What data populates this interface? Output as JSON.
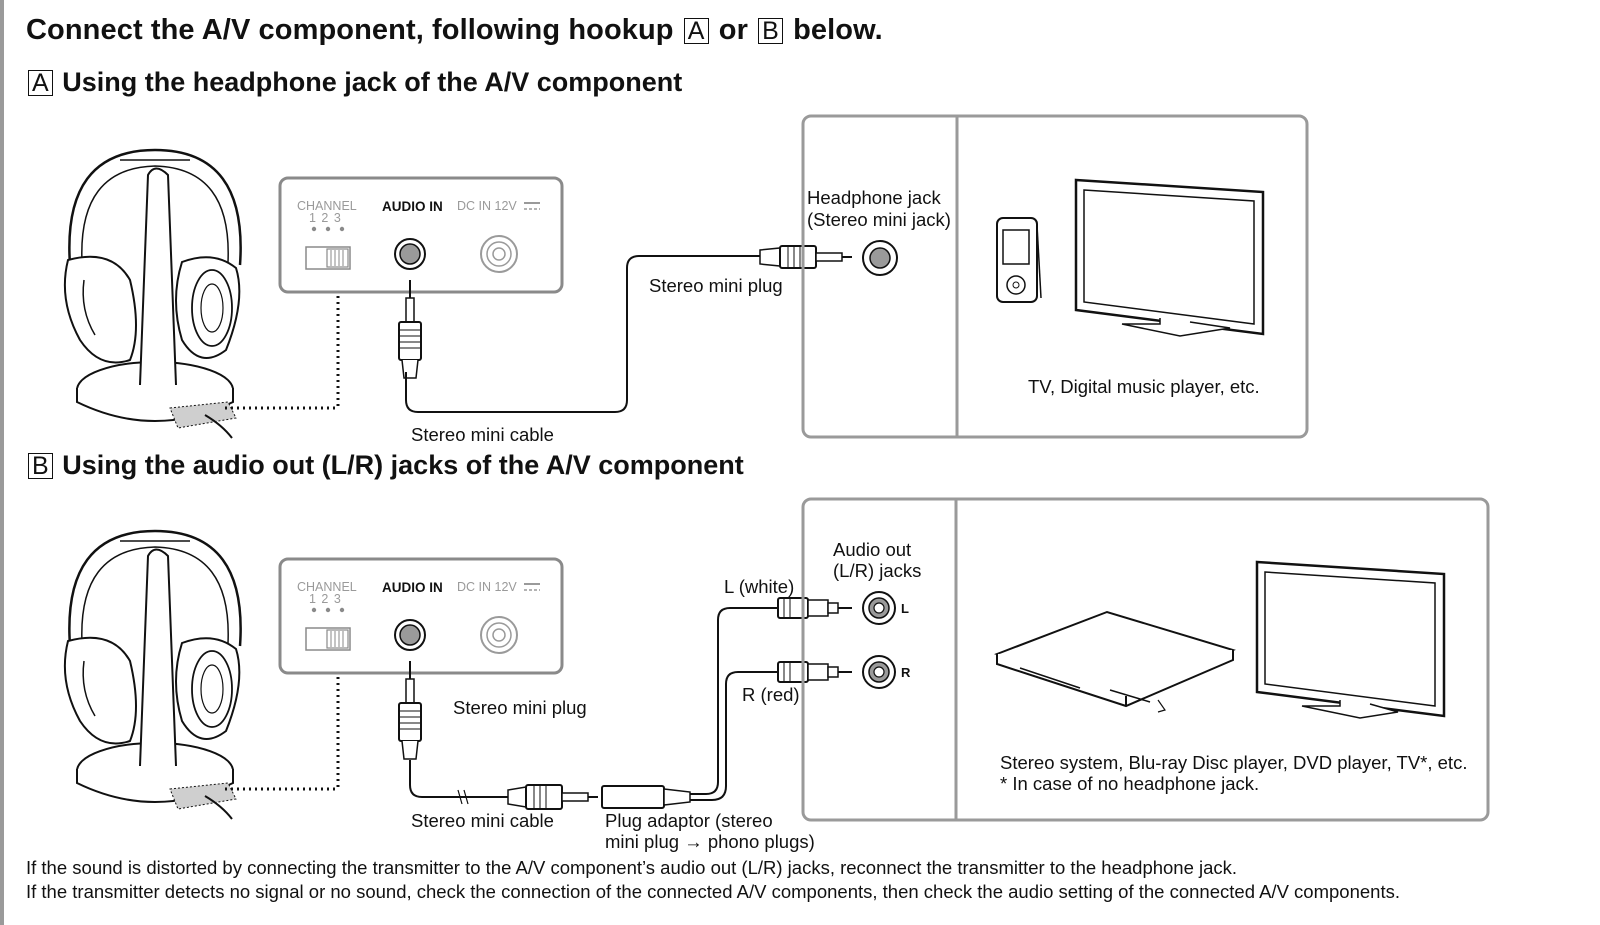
{
  "title": {
    "prefix": "Connect the A/V component, following hookup",
    "badge_a": "A",
    "middle": "or",
    "badge_b": "B",
    "suffix": "below."
  },
  "section_a": {
    "badge": "A",
    "heading": "Using the headphone jack of the A/V component",
    "panel": {
      "channel": "CHANNEL",
      "channel_nums": "1  2  3",
      "audio_in": "AUDIO IN",
      "dc_in": "DC IN 12V"
    },
    "jack_label_1": "Headphone jack",
    "jack_label_2": "(Stereo mini jack)",
    "plug_label": "Stereo mini plug",
    "cable_label": "Stereo mini cable",
    "device_label": "TV, Digital music player, etc."
  },
  "section_b": {
    "badge": "B",
    "heading": "Using the audio out (L/R) jacks of the A/V component",
    "panel": {
      "channel": "CHANNEL",
      "channel_nums": "1  2  3",
      "audio_in": "AUDIO IN",
      "dc_in": "DC IN 12V"
    },
    "jacks_label_1": "Audio out",
    "jacks_label_2": "(L/R) jacks",
    "left_label": "L (white)",
    "right_label": "R (red)",
    "jack_l": "L",
    "jack_r": "R",
    "plug_label": "Stereo mini plug",
    "cable_label": "Stereo mini cable",
    "adaptor_label_1": "Plug adaptor (stereo",
    "adaptor_label_2": "mini plug → phono plugs)",
    "device_label_1": "Stereo system, Blu-ray Disc player, DVD player, TV*, etc.",
    "device_label_2": "* In case of no headphone jack."
  },
  "notes": [
    "If the sound is distorted by connecting the transmitter to the A/V component’s audio out (L/R) jacks, reconnect the transmitter to the headphone jack.",
    "If the transmitter detects no signal or no sound, check the connection of the connected A/V components, then check the audio setting of the connected A/V components."
  ],
  "icons": [
    "headphones-on-stand-icon",
    "transmitter-panel-icon",
    "stereo-mini-plug-icon",
    "tv-icon",
    "digital-music-player-icon",
    "disc-player-icon",
    "rca-jack-icon"
  ],
  "colors": {
    "line": "#111111",
    "frame": "#9a9a9a",
    "panel": "#8a8a8a"
  }
}
